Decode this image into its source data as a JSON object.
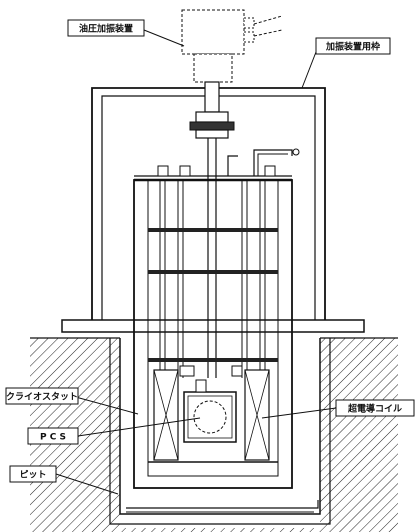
{
  "labels": {
    "hydraulic_shaker": "油圧加振装置",
    "shaker_frame": "加振装置用枠",
    "cryostat": "クライオスタット",
    "pcs": "P C S",
    "pit": "ピット",
    "sc_coil": "超電導コイル"
  }
}
